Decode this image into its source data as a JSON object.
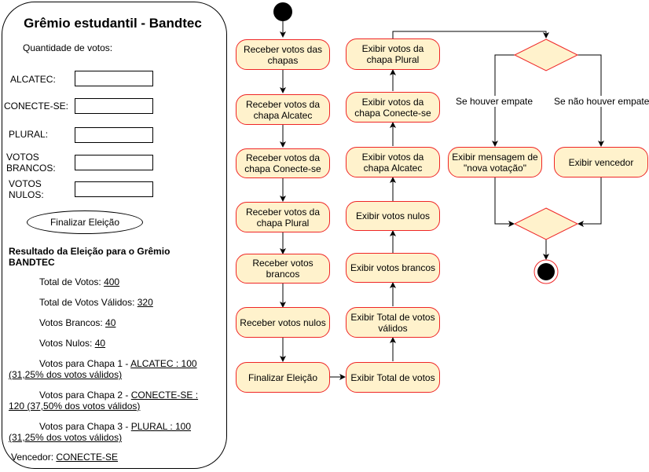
{
  "form": {
    "title": "Grêmio estudantil - Bandtec",
    "subtitle": "Quantidade de votos:",
    "fields": [
      {
        "label_line1": "ALCATEC:",
        "label_line2": "",
        "value": ""
      },
      {
        "label_line1": "CONECTE-SE:",
        "label_line2": "",
        "value": ""
      },
      {
        "label_line1": "PLURAL:",
        "label_line2": "",
        "value": ""
      },
      {
        "label_line1": "VOTOS",
        "label_line2": "BRANCOS:",
        "value": ""
      },
      {
        "label_line1": "VOTOS",
        "label_line2": "NULOS:",
        "value": ""
      }
    ],
    "finalize_label": "Finalizar Eleição"
  },
  "results": {
    "heading_line1": "Resultado da Eleição para o Grêmio",
    "heading_line2": "BANDTEC",
    "total_label": "Total de Votos: ",
    "total_value": "400",
    "valid_label": "Total de Votos Válidos: ",
    "valid_value": "320",
    "blank_label": "Votos Brancos: ",
    "blank_value": "40",
    "null_label": "Votos Nulos: ",
    "null_value": "40",
    "chapa1_prefix": "Votos para Chapa 1 - ",
    "chapa1_value_a": "ALCATEC : 100",
    "chapa1_value_b": "(31,25% dos votos válidos)",
    "chapa2_prefix": "Votos para Chapa 2 - ",
    "chapa2_value_a": "CONECTE-SE :",
    "chapa2_value_b": "120 (37,50% dos votos válidos)",
    "chapa3_prefix": "Votos para Chapa 3 - ",
    "chapa3_value_a": "PLURAL : 100",
    "chapa3_value_b": "(31,25% dos votos válidos)",
    "winner_label": "Vencedor: ",
    "winner_value": "CONECTE-SE"
  },
  "flow": {
    "col1": [
      "Receber votos das chapas",
      "Receber votos da chapa Alcatec",
      "Receber votos da chapa Conecte-se",
      "Receber votos da chapa Plural",
      "Receber votos brancos",
      "Receber votos nulos",
      "Finalizar Eleição"
    ],
    "col2": [
      "Exibir Total de votos",
      "Exibir Total de votos válidos",
      "Exibir votos brancos",
      "Exibir votos nulos",
      "Exibir votos da chapa Alcatec",
      "Exibir votos da chapa Conecte-se",
      "Exibir votos da chapa Plural"
    ],
    "branch_yes_label": "Se houver empate",
    "branch_no_label": "Se não houver empate",
    "tie_action": "Exibir mensagem de \"nova votação\"",
    "winner_action": "Exibir vencedor"
  },
  "colors": {
    "node_fill": "#fff2cc",
    "node_stroke": "#ef2626",
    "line": "#000000"
  }
}
